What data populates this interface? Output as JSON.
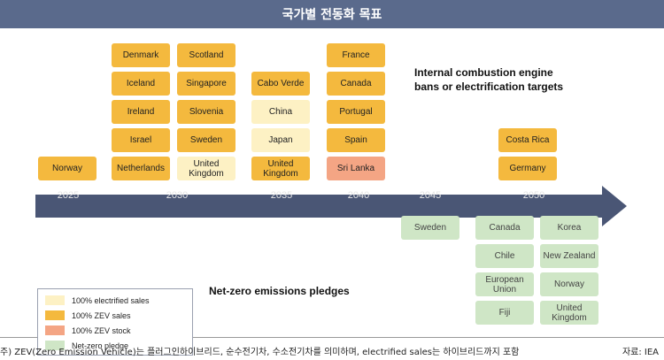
{
  "header": {
    "title": "국가별 전동화 목표"
  },
  "titles": {
    "ice_line1": "Internal combustion engine",
    "ice_line2": "bans or electrification targets",
    "net_zero": "Net-zero emissions pledges"
  },
  "years": [
    "2025",
    "2030",
    "2035",
    "2040",
    "2045",
    "2050"
  ],
  "targets": {
    "y2025": [
      {
        "name": "Norway",
        "cat": "zev"
      }
    ],
    "y2030a": [
      {
        "name": "Denmark",
        "cat": "zev"
      },
      {
        "name": "Iceland",
        "cat": "zev"
      },
      {
        "name": "Ireland",
        "cat": "zev"
      },
      {
        "name": "Israel",
        "cat": "zev"
      },
      {
        "name": "Netherlands",
        "cat": "zev"
      }
    ],
    "y2030b": [
      {
        "name": "Scotland",
        "cat": "zev"
      },
      {
        "name": "Singapore",
        "cat": "zev"
      },
      {
        "name": "Slovenia",
        "cat": "zev"
      },
      {
        "name": "Sweden",
        "cat": "zev"
      },
      {
        "name": "United Kingdom",
        "cat": "elec"
      }
    ],
    "y2035": [
      {
        "name": "Cabo Verde",
        "cat": "zev"
      },
      {
        "name": "China",
        "cat": "elec"
      },
      {
        "name": "Japan",
        "cat": "elec"
      },
      {
        "name": "United Kingdom",
        "cat": "zev"
      }
    ],
    "y2040": [
      {
        "name": "France",
        "cat": "zev"
      },
      {
        "name": "Canada",
        "cat": "zev"
      },
      {
        "name": "Portugal",
        "cat": "zev"
      },
      {
        "name": "Spain",
        "cat": "zev"
      },
      {
        "name": "Sri Lanka",
        "cat": "stock"
      }
    ],
    "y2050": [
      {
        "name": "Costa Rica",
        "cat": "zev"
      },
      {
        "name": "Germany",
        "cat": "zev"
      }
    ]
  },
  "pledges": {
    "y2045": [
      "Sweden"
    ],
    "y2050a": [
      "Canada",
      "Chile",
      "European Union",
      "Fiji"
    ],
    "y2050b": [
      "Korea",
      "New Zealand",
      "Norway",
      "United Kingdom"
    ]
  },
  "legend": [
    {
      "label": "100% electrified sales",
      "color": "#fdf1c4"
    },
    {
      "label": "100% ZEV sales",
      "color": "#f4b93e"
    },
    {
      "label": "100% ZEV stock",
      "color": "#f4a584"
    },
    {
      "label": "Net-zero pledge",
      "color": "#cfe6c6"
    }
  ],
  "footnote": "주) ZEV(Zero Emission Vehicle)는 플러그인하이브리드, 순수전기차, 수소전기차를 의미하며, electrified sales는 하이브리드까지 포함",
  "source": "자료: IEA",
  "colors": {
    "header": "#5a6a8c",
    "arrow": "#4a5675",
    "zev": "#f4b93e",
    "elec": "#fdf1c4",
    "stock": "#f4a584",
    "netzero": "#cfe6c6"
  }
}
